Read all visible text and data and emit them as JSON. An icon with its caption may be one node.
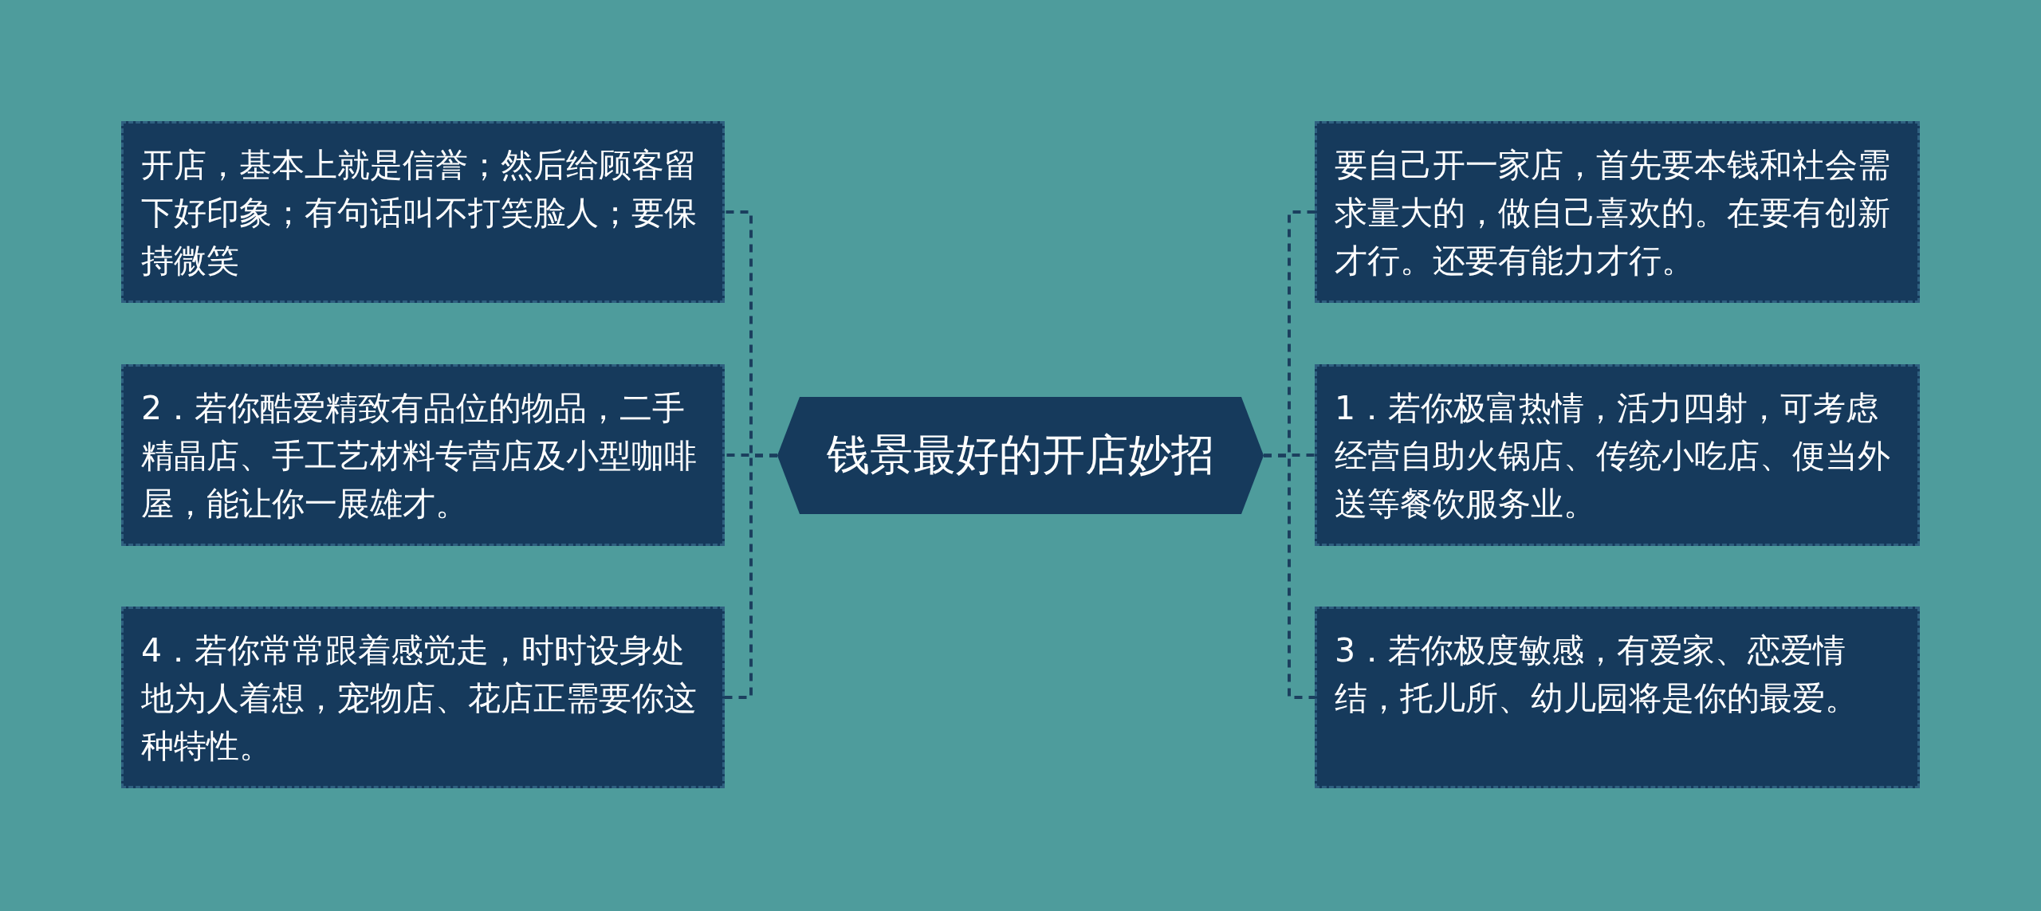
{
  "diagram": {
    "nodes": [
      {
        "text": [
          "钱景最好的开店妙招"
        ]
      },
      {
        "text": [
          "开店，基本上就是信誉；然后给顾客留下好印象；有句话叫不打笑脸人；要保持微笑"
        ]
      },
      {
        "text": [
          "2．若你酷爱精致有品位的物品，二手精晶店、手工艺材料专营店及小型咖啡屋，能让你一展雄才。"
        ]
      },
      {
        "text": [
          "4．若你常常跟着感觉走，时时设身处地为人着想，宠物店、花店正需要你这种特性。"
        ]
      },
      {
        "text": [
          "要自己开一家店，首先要本钱和社会需求量大的，做自己喜欢的。在要有创新才行。还要有能力才行。"
        ]
      },
      {
        "text": [
          "1．若你极富热情，活力四射，可考虑经营自助火锅店、传统小吃店、便当外送等餐饮服务业。"
        ]
      },
      {
        "text": [
          "3．若你极度敏感，有爱家、恋爱情结，托儿所、幼儿园将是你的最爱。"
        ]
      }
    ],
    "edges": [
      {
        "from": 0,
        "to": 1,
        "arrow": "none",
        "style": "dashed"
      },
      {
        "from": 0,
        "to": 2,
        "arrow": "none",
        "style": "dashed"
      },
      {
        "from": 0,
        "to": 3,
        "arrow": "none",
        "style": "dashed"
      },
      {
        "from": 0,
        "to": 4,
        "arrow": "none",
        "style": "dashed"
      },
      {
        "from": 0,
        "to": 5,
        "arrow": "none",
        "style": "dashed"
      },
      {
        "from": 0,
        "to": 6,
        "arrow": "none",
        "style": "dashed"
      }
    ]
  }
}
